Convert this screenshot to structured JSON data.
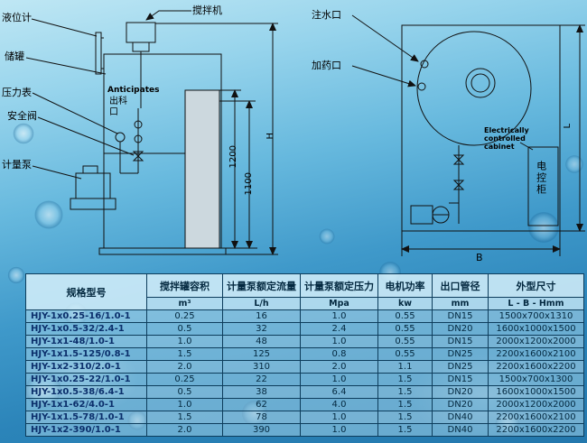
{
  "left_diagram": {
    "mixer": "搅拌机",
    "level_gauge": "液位计",
    "storage_tank": "储罐",
    "pressure_gauge": "压力表",
    "safety_valve": "安全阀",
    "metering_pump": "计量泵",
    "anticipates": "Anticipates",
    "outlet_port": "出科口",
    "dim_1200": "1200",
    "dim_1100": "1100",
    "dim_h": "H"
  },
  "right_diagram": {
    "water_inlet": "注水口",
    "dosing_port": "加药口",
    "cabinet_en": "Electrically controlled cabinet",
    "cabinet_cn": "电控柜",
    "dim_l": "L",
    "dim_b": "B"
  },
  "table": {
    "headers": {
      "model": "规格型号",
      "tank_volume": "搅拌罐容积",
      "rated_flow": "计量泵额定流量",
      "rated_pressure": "计量泵额定压力",
      "motor_power": "电机功率",
      "outlet_diameter": "出口管径",
      "overall_size": "外型尺寸"
    },
    "units": {
      "tank_volume": "m³",
      "rated_flow": "L/h",
      "rated_pressure": "Mpa",
      "motor_power": "kw",
      "outlet_diameter": "mm",
      "overall_size": "L - B - Hmm"
    },
    "rows": [
      [
        "HJY-1x0.25-16/1.0-1",
        "0.25",
        "16",
        "1.0",
        "0.55",
        "DN15",
        "1500x700x1310"
      ],
      [
        "HJY-1x0.5-32/2.4-1",
        "0.5",
        "32",
        "2.4",
        "0.55",
        "DN20",
        "1600x1000x1500"
      ],
      [
        "HJY-1x1-48/1.0-1",
        "1.0",
        "48",
        "1.0",
        "0.55",
        "DN15",
        "2000x1200x2000"
      ],
      [
        "HJY-1x1.5-125/0.8-1",
        "1.5",
        "125",
        "0.8",
        "0.55",
        "DN25",
        "2200x1600x2100"
      ],
      [
        "HJY-1x2-310/2.0-1",
        "2.0",
        "310",
        "2.0",
        "1.1",
        "DN25",
        "2200x1600x2200"
      ],
      [
        "HJY-1x0.25-22/1.0-1",
        "0.25",
        "22",
        "1.0",
        "1.5",
        "DN15",
        "1500x700x1300"
      ],
      [
        "HJY-1x0.5-38/6.4-1",
        "0.5",
        "38",
        "6.4",
        "1.5",
        "DN20",
        "1600x1000x1500"
      ],
      [
        "HJY-1x1-62/4.0-1",
        "1.0",
        "62",
        "4.0",
        "1.5",
        "DN20",
        "2000x1200x2000"
      ],
      [
        "HJY-1x1.5-78/1.0-1",
        "1.5",
        "78",
        "1.0",
        "1.5",
        "DN40",
        "2200x1600x2100"
      ],
      [
        "HJY-1x2-390/1.0-1",
        "2.0",
        "390",
        "1.0",
        "1.5",
        "DN40",
        "2200x1600x2200"
      ]
    ]
  }
}
